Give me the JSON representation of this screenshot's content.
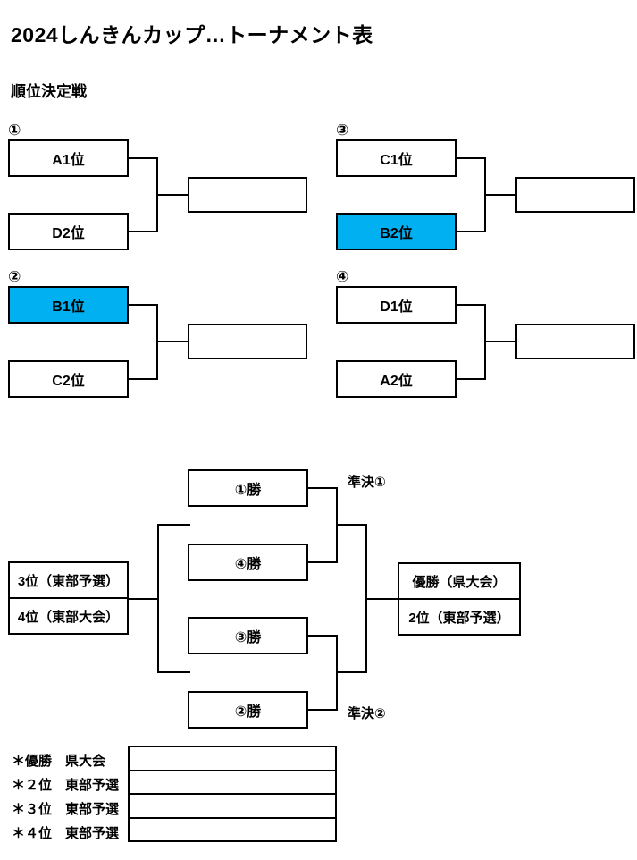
{
  "accent_color": "#00b0f0",
  "header": {
    "title": "2024しんきんカップ…トーナメント表",
    "section_title": "順位決定戦"
  },
  "qualifiers": [
    {
      "number": "①",
      "top_label": "A1位",
      "top_highlighted": false,
      "bottom_label": "D2位",
      "bottom_highlighted": false
    },
    {
      "number": "②",
      "top_label": "B1位",
      "top_highlighted": true,
      "bottom_label": "C2位",
      "bottom_highlighted": false
    },
    {
      "number": "③",
      "top_label": "C1位",
      "top_highlighted": false,
      "bottom_label": "B2位",
      "bottom_highlighted": true
    },
    {
      "number": "④",
      "top_label": "D1位",
      "top_highlighted": false,
      "bottom_label": "A2位",
      "bottom_highlighted": false
    }
  ],
  "finals": {
    "slot_1": "①勝",
    "slot_2": "④勝",
    "slot_3": "③勝",
    "slot_4": "②勝",
    "semifinal_1_label": "準決①",
    "semifinal_2_label": "準決②",
    "third_place_top": "3位（東部予選）",
    "third_place_bottom": "4位（東部大会）",
    "final_top": "優勝（県大会）",
    "final_bottom": "2位（東部予選）"
  },
  "legend": [
    {
      "label": "＊優勝　県大会",
      "value": ""
    },
    {
      "label": "＊２位　東部予選",
      "value": ""
    },
    {
      "label": "＊３位　東部予選",
      "value": ""
    },
    {
      "label": "＊４位　東部予選",
      "value": ""
    }
  ]
}
